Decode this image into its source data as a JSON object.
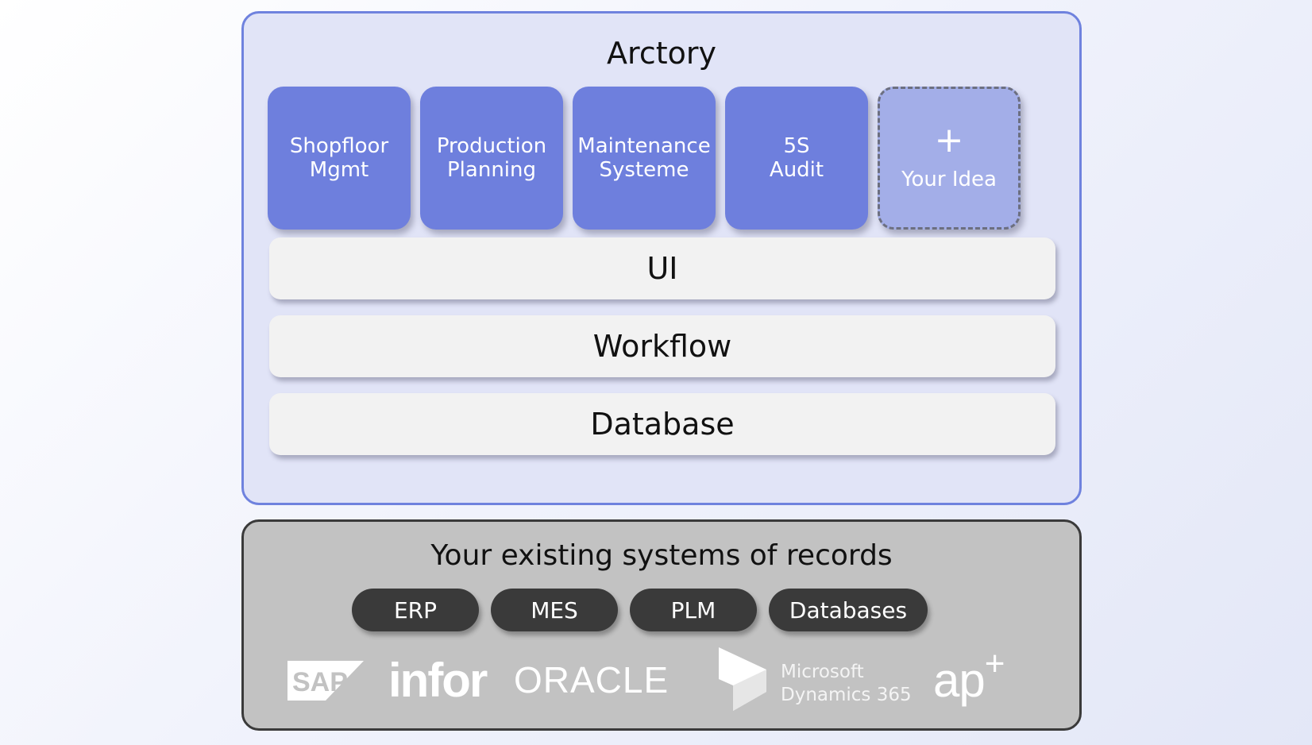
{
  "arctory": {
    "title": "Arctory",
    "modules": [
      {
        "line1": "Shopfloor",
        "line2": "Mgmt"
      },
      {
        "line1": "Production",
        "line2": "Planning"
      },
      {
        "line1": "Maintenance",
        "line2": "Systeme"
      },
      {
        "line1": "5S",
        "line2": "Audit"
      }
    ],
    "idea": {
      "plus": "+",
      "label": "Your Idea"
    },
    "layers": [
      "UI",
      "Workflow",
      "Database"
    ]
  },
  "records": {
    "title": "Your existing systems of records",
    "pills": [
      "ERP",
      "MES",
      "PLM",
      "Databases"
    ],
    "logos": {
      "sap": "SAP",
      "infor": "infor",
      "oracle": "ORACLE",
      "microsoft_line1": "Microsoft",
      "microsoft_line2": "Dynamics 365",
      "ap": "ap",
      "ap_sup": "+"
    }
  },
  "colors": {
    "arctory_bg": "#e1e4f7",
    "arctory_border": "#6f82de",
    "module": "#6e7fdd",
    "idea_module": "#a3aee8",
    "layer": "#f2f2f2",
    "records_bg": "#c2c2c2",
    "pill": "#3a3a3a"
  }
}
